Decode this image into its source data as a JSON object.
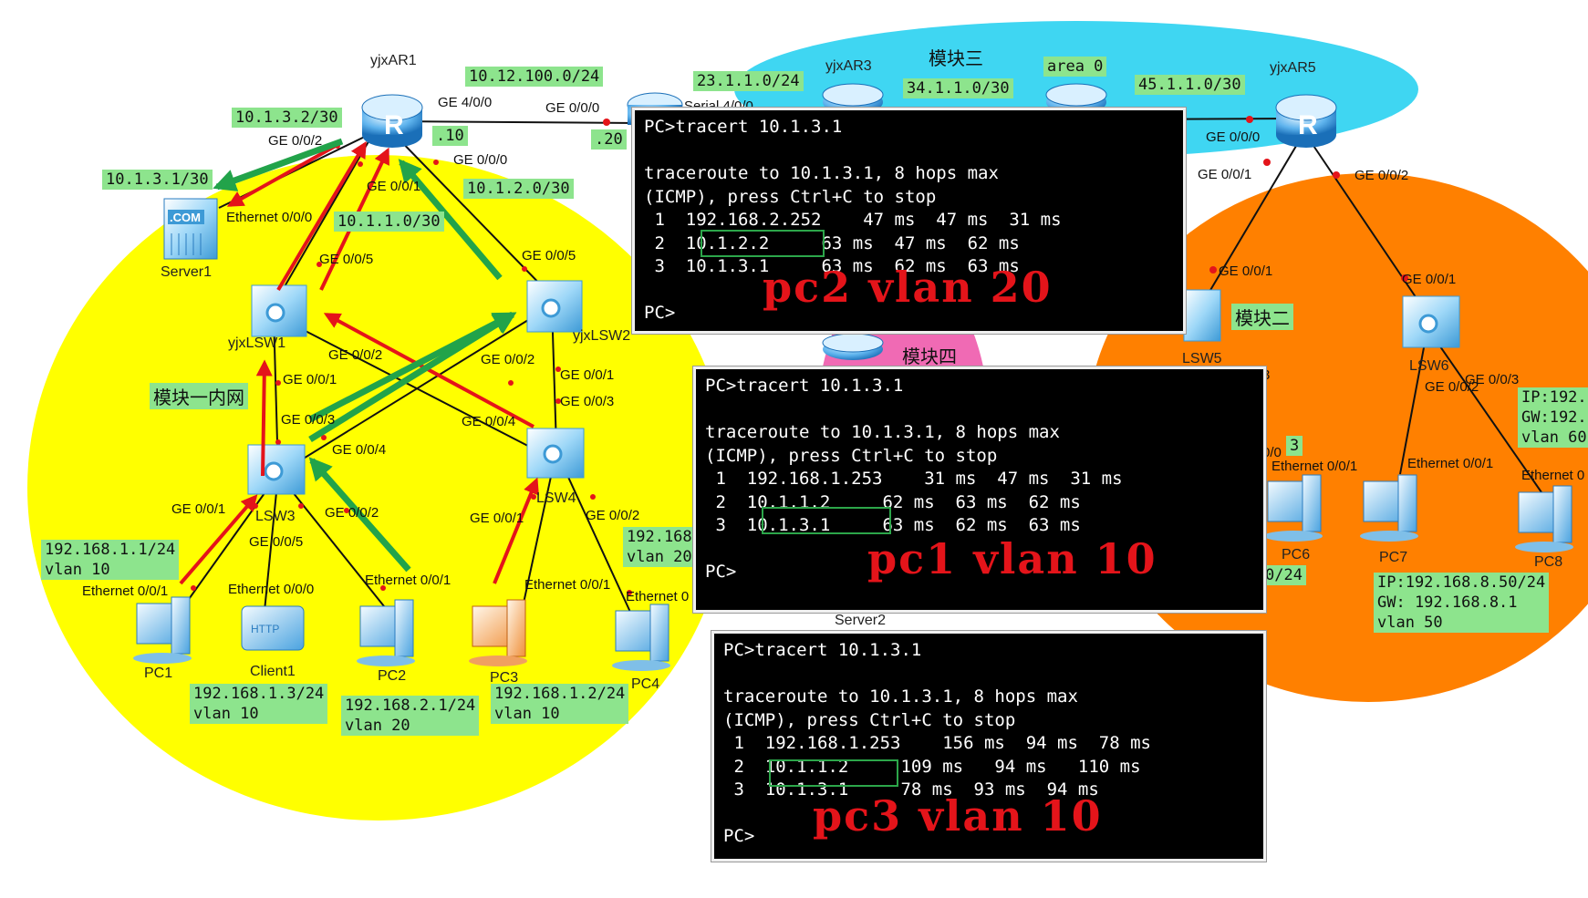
{
  "zones": {
    "module1": "模块一内网",
    "module2": "模块二",
    "module3": "模块三",
    "module4": "模块四"
  },
  "devices": {
    "yjxAR1": "yjxAR1",
    "yjxAR3": "yjxAR3",
    "yjxAR5": "yjxAR5",
    "server1": "Server1",
    "yjxLSW1": "yjxLSW1",
    "yjxLSW2": "yjxLSW2",
    "lsw3": "LSW3",
    "lsw4": "LSW4",
    "lsw5": "LSW5",
    "lsw6": "LSW6",
    "pc1": "PC1",
    "client1": "Client1",
    "pc2": "PC2",
    "pc3": "PC3",
    "pc4": "PC4",
    "pc6": "PC6",
    "pc7": "PC7",
    "pc8": "PC8",
    "server2": "Server2"
  },
  "net_labels": {
    "n1": "10.12.100.0/24",
    "n2": "10.1.3.2/30",
    "n3": "10.1.3.1/30",
    "n4": "10.1.1.0/30",
    "n5": "10.1.2.0/30",
    "n6": ".10",
    "n7": ".20",
    "n8": "23.1.1.0/24",
    "n9": "34.1.1.0/30",
    "n10": "area 0",
    "n11": "45.1.1.0/30",
    "pc1": "192.168.1.1/24\nvlan 10",
    "client1": "192.168.1.3/24\nvlan 10",
    "pc2": "192.168.2.1/24\nvlan 20",
    "pc3": "192.168.1.2/24\nvlan 10",
    "pc4": "192.168\nvlan 20",
    "pc6": "0/24",
    "pc7": "IP:192.168.8.50/24\nGW: 192.168.8.1\nvlan 50",
    "pc8": "IP:192.\nGW:192.\nvlan 60",
    "lsw5port": "3"
  },
  "ports": {
    "p1": "GE 4/0/0",
    "p2": "GE 0/0/0",
    "p3": "Serial 4/0/0",
    "p4": "GE 0/0/2",
    "p5": "GE 0/0/0",
    "p6": "GE 0/0/1",
    "p7": "Ethernet 0/0/0",
    "p8": "GE 0/0/5",
    "p9": "GE 0/0/5",
    "p10": "GE 0/0/2",
    "p11": "GE 0/0/2",
    "p12": "GE 0/0/1",
    "p13": "GE 0/0/3",
    "p14": "GE 0/0/4",
    "p15": "GE 0/0/1",
    "p16": "GE 0/0/3",
    "p17": "GE 0/0/4",
    "p18": "GE 0/0/1",
    "p19": "GE 0/0/5",
    "p20": "GE 0/0/2",
    "p21": "Ethernet 0/0/1",
    "p22": "Ethernet 0/0/0",
    "p23": "Ethernet 0/0/1",
    "p24": "GE 0/0/1",
    "p25": "GE 0/0/2",
    "p26": "Ethernet 0/0/1",
    "p27": "Ethernet 0",
    "p28": "GE 0/0/0",
    "p29": "GE 0/0/1",
    "p30": "GE 0/0/2",
    "p31": "GE 0/0/1",
    "p32": "GE 0/0/1",
    "p33": "GE 0/0/2",
    "p34": "GE 0/0/3",
    "p35": "Ethernet 0/0/1",
    "p36": "Ethernet 0/0/1",
    "p37": "Ethernet 0",
    "p38": "3",
    "p39": "0/0"
  },
  "terminals": [
    {
      "lines": [
        "PC>tracert 10.1.3.1",
        "",
        "traceroute to 10.1.3.1, 8 hops max",
        "(ICMP), press Ctrl+C to stop",
        " 1  192.168.2.252    47 ms  47 ms  31 ms",
        " 2  10.1.2.2     63 ms  47 ms  62 ms",
        " 3  10.1.3.1     63 ms  62 ms  63 ms",
        "",
        "PC>"
      ],
      "caption": "pc2 vlan 20"
    },
    {
      "lines": [
        "PC>tracert 10.1.3.1",
        "",
        "traceroute to 10.1.3.1, 8 hops max",
        "(ICMP), press Ctrl+C to stop",
        " 1  192.168.1.253    31 ms  47 ms  31 ms",
        " 2  10.1.1.2     62 ms  63 ms  62 ms",
        " 3  10.1.3.1     63 ms  62 ms  63 ms",
        "",
        "PC>"
      ],
      "caption": "pc1 vlan 10"
    },
    {
      "lines": [
        "PC>tracert 10.1.3.1",
        "",
        "traceroute to 10.1.3.1, 8 hops max",
        "(ICMP), press Ctrl+C to stop",
        " 1  192.168.1.253    156 ms  94 ms  78 ms",
        " 2  10.1.1.2     109 ms   94 ms   110 ms",
        " 3  10.1.3.1     78 ms  93 ms  94 ms",
        "",
        "PC>"
      ],
      "caption": "pc3 vlan 10"
    }
  ],
  "colors": {
    "zone_yellow": "#ffff00",
    "zone_cyan": "#3fd6f2",
    "zone_orange": "#ff8000",
    "zone_pink": "#f06ab4",
    "label_green": "#8de48d",
    "arrow_red": "#e4141a",
    "arrow_green": "#22a34a",
    "terminal_bg": "#000000"
  }
}
